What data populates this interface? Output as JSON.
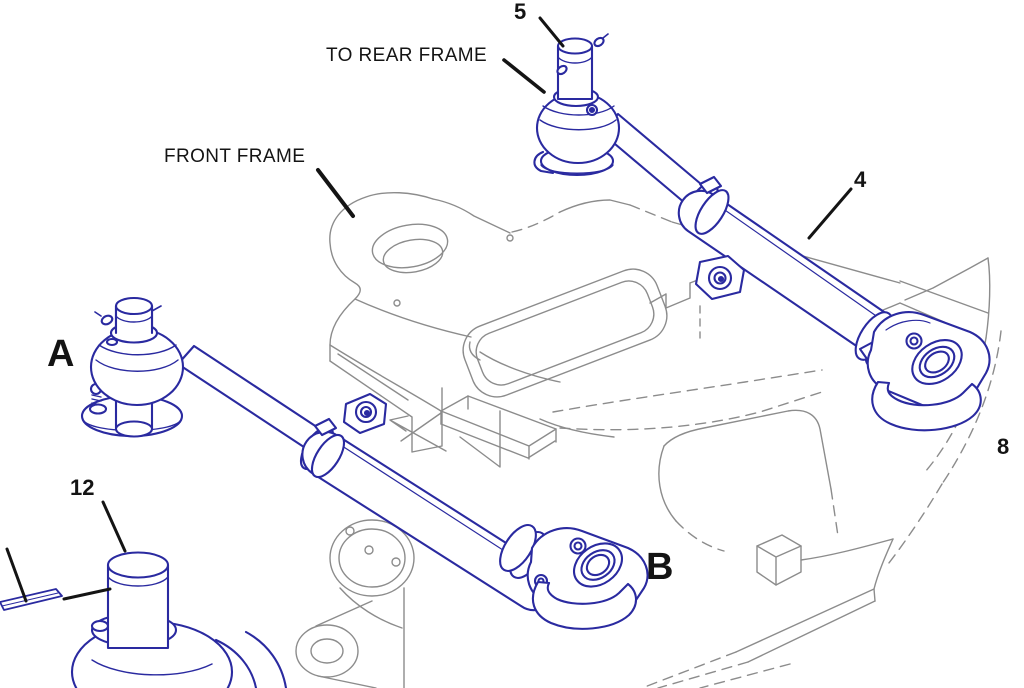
{
  "diagram": {
    "background_color": "#ffffff",
    "part_line_color": "#2a2aa0",
    "frame_line_color": "#8c8c8c",
    "annotation_color": "#141414",
    "annotations": {
      "to_rear_frame": "TO REAR FRAME",
      "front_frame": "FRONT FRAME"
    },
    "callouts": [
      {
        "label": "5"
      },
      {
        "label": "4"
      },
      {
        "label": "A"
      },
      {
        "label": "8"
      },
      {
        "label": "12"
      },
      {
        "label": "B"
      }
    ]
  }
}
